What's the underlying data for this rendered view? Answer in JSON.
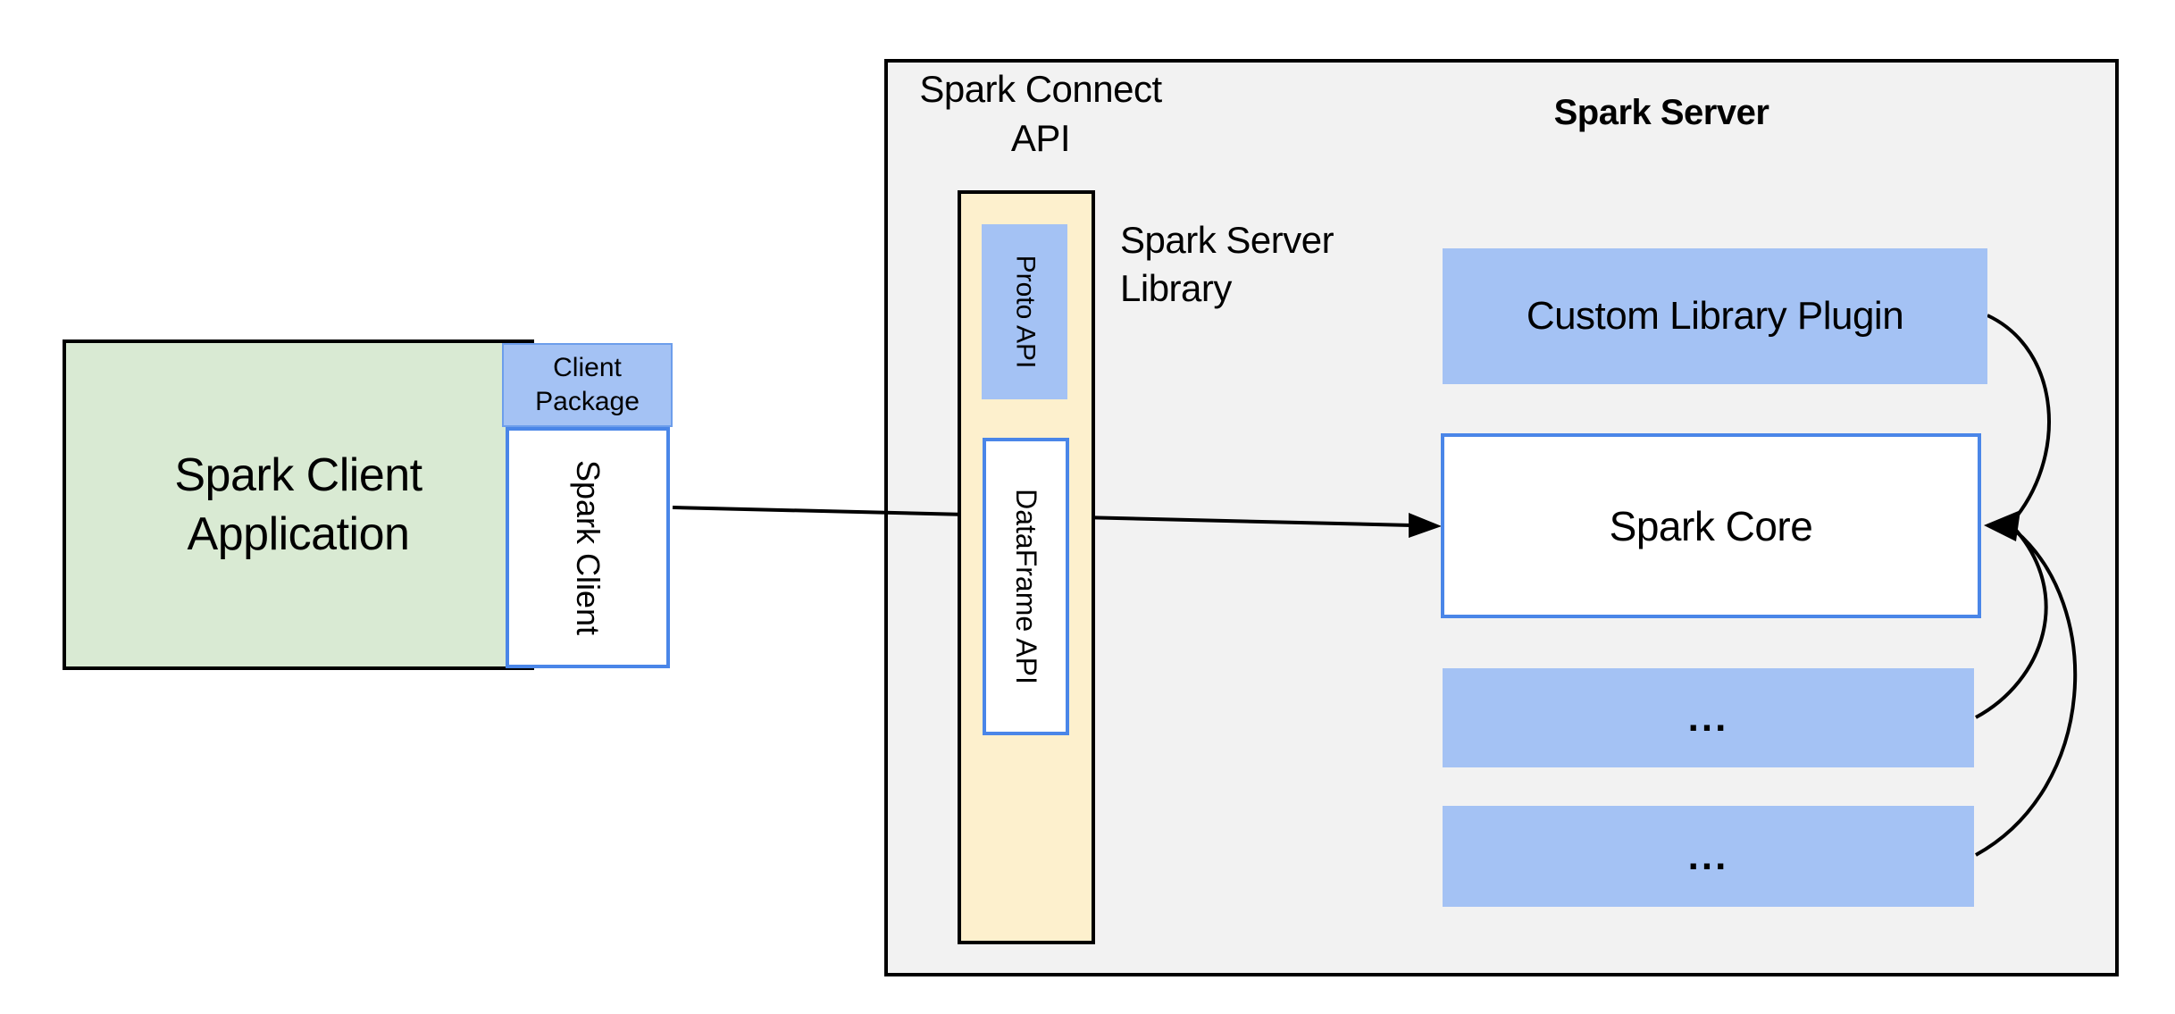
{
  "client": {
    "application_label": "Spark Client\nApplication",
    "package_label": "Client\nPackage",
    "spark_client_label": "Spark Client"
  },
  "connect_api": {
    "heading": "Spark Connect\nAPI",
    "proto_api_label": "Proto API",
    "dataframe_api_label": "DataFrame API",
    "server_library_label": "Spark Server\nLibrary"
  },
  "server": {
    "heading": "Spark Server",
    "custom_plugin_label": "Custom Library Plugin",
    "spark_core_label": "Spark Core",
    "ellipsis_row1": "...",
    "ellipsis_row2": "..."
  },
  "colors": {
    "canvas_bg": "#ffffff",
    "container_fill": "#f2f2f2",
    "green_fill": "#d9ead3",
    "blue_fill": "#a4c2f4",
    "blue_border": "#4a86e8",
    "yellow_fill": "#fdf0cd",
    "line": "#000000"
  }
}
